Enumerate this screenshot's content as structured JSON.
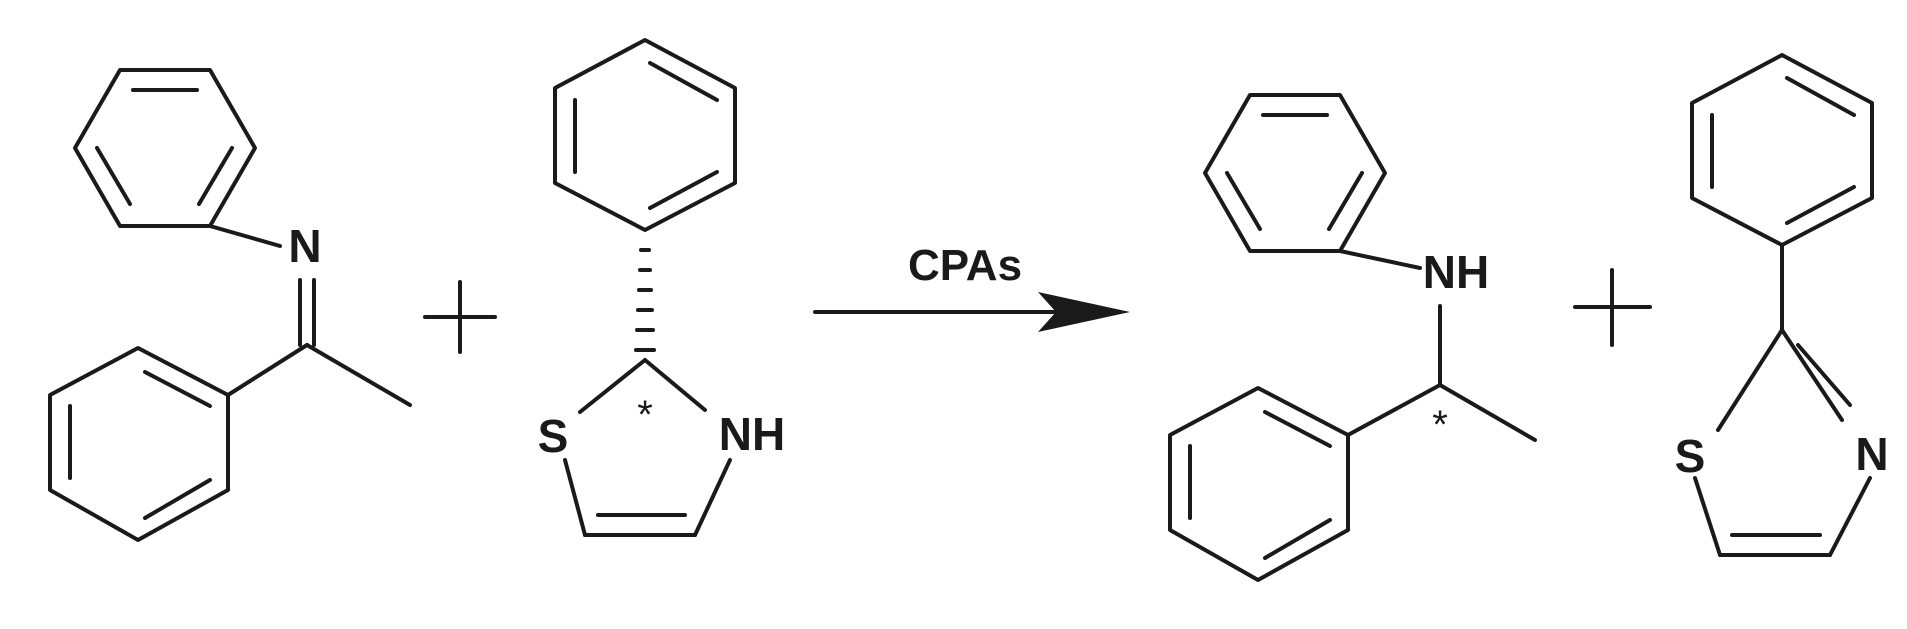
{
  "reaction": {
    "condition": "CPAs"
  },
  "reactant1": {
    "atom_n": "N"
  },
  "reactant2": {
    "atom_s": "S",
    "atom_nh": "NH",
    "stereo_mark": "*"
  },
  "product1": {
    "atom_nh": "NH",
    "stereo_mark": "*"
  },
  "product2": {
    "atom_s": "S",
    "atom_n": "N"
  },
  "colors": {
    "ink": "#1a1a1a",
    "background": "#ffffff"
  }
}
